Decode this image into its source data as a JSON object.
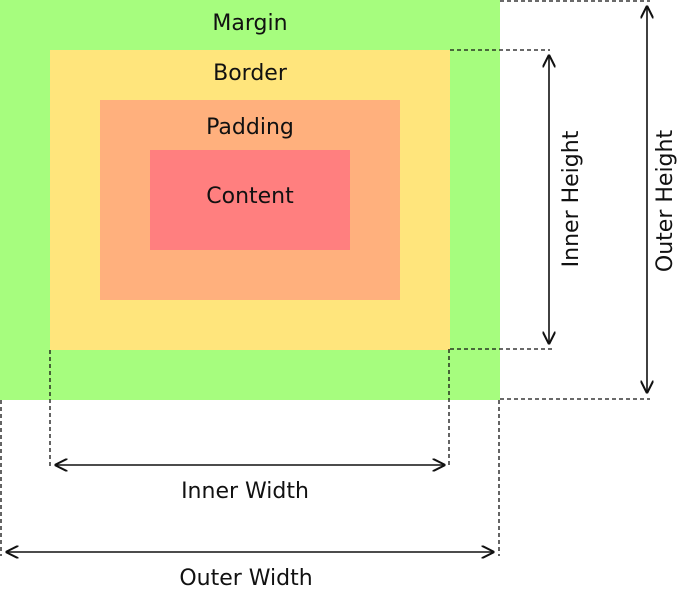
{
  "layers": {
    "margin": {
      "label": "Margin",
      "color": "#a6fd7e"
    },
    "border": {
      "label": "Border",
      "color": "#ffe57c"
    },
    "padding": {
      "label": "Padding",
      "color": "#ffb07d"
    },
    "content": {
      "label": "Content",
      "color": "#ff7f7f"
    }
  },
  "dimensions": {
    "inner_width": "Inner Width",
    "outer_width": "Outer Width",
    "inner_height": "Inner Height",
    "outer_height": "Outer Height"
  },
  "colors": {
    "line": "#111111"
  }
}
